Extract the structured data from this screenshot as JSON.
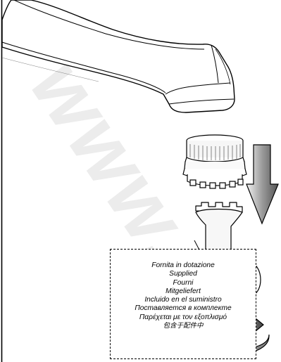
{
  "caption": {
    "lines": [
      "Fornita in dotazione",
      "Supplied",
      "Fourni",
      "Mitgeliefert",
      "Incluido en el suministro",
      "Поставляется в комплекте",
      "Παρέχεται με τον εξοπλισμό",
      "包含于配件中"
    ]
  },
  "watermark": {
    "text": "www.qu",
    "color": "#ececec"
  }
}
